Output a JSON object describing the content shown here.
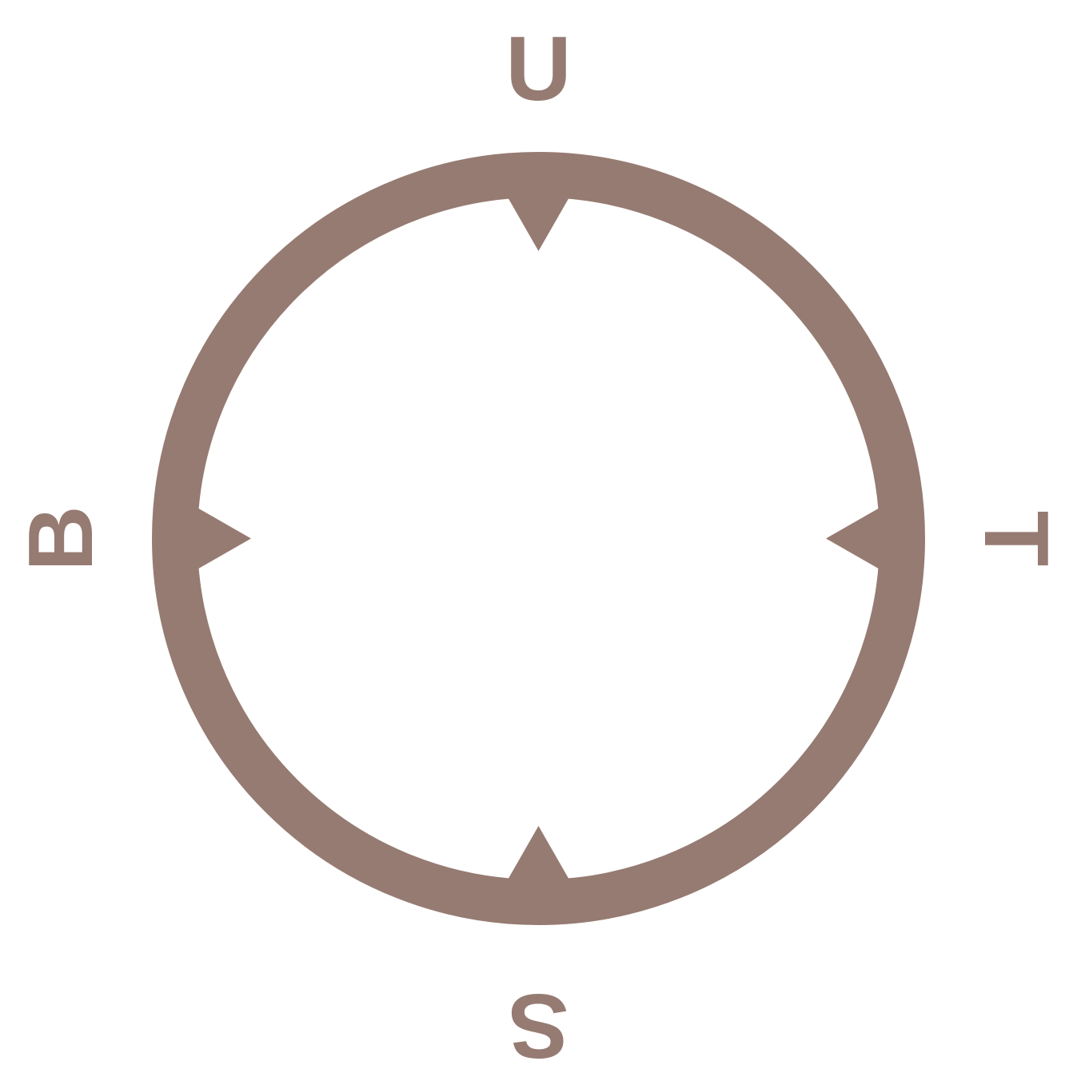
{
  "color": "#967B72",
  "labels": {
    "top": "U",
    "bottom": "S",
    "left": "B",
    "right": "T"
  }
}
